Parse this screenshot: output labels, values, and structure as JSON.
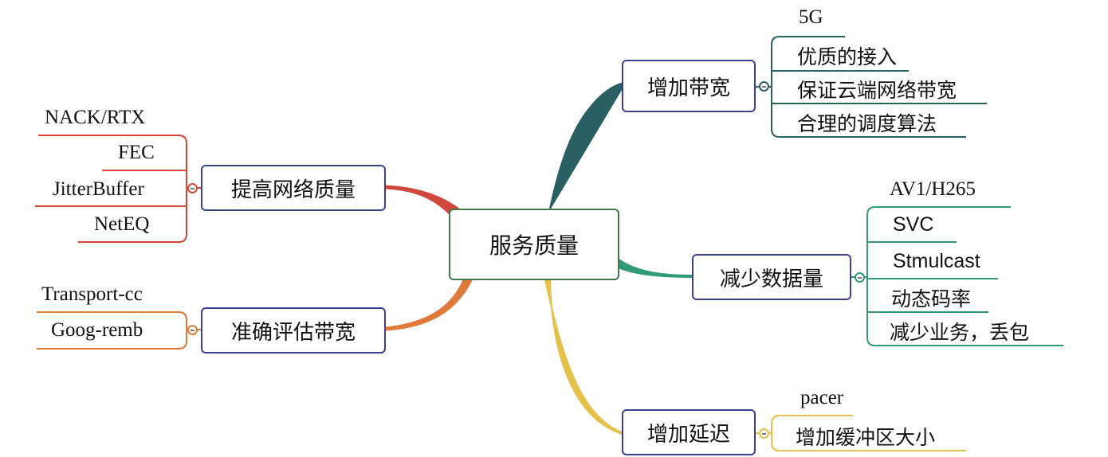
{
  "root": {
    "label": "服务质量"
  },
  "branches": {
    "bandwidth": {
      "label": "增加带宽",
      "color": "#2a5f63",
      "items": [
        "5G",
        "优质的接入",
        "保证云端网络带宽",
        "合理的调度算法"
      ]
    },
    "network_quality": {
      "label": "提高网络质量",
      "color": "#d0483c",
      "items": [
        "NACK/RTX",
        "FEC",
        "JitterBuffer",
        "NetEQ"
      ]
    },
    "estimate_bandwidth": {
      "label": "准确评估带宽",
      "color": "#e07a3a",
      "items": [
        "Transport-cc",
        "Goog-remb"
      ]
    },
    "reduce_data": {
      "label": "减少数据量",
      "color": "#2e9a78",
      "items": [
        "AV1/H265",
        "SVC",
        "Stmulcast",
        "动态码率",
        "减少业务，丢包"
      ]
    },
    "increase_latency": {
      "label": "增加延迟",
      "color": "#e3c14a",
      "items": [
        "pacer",
        "增加缓冲区大小"
      ]
    }
  }
}
